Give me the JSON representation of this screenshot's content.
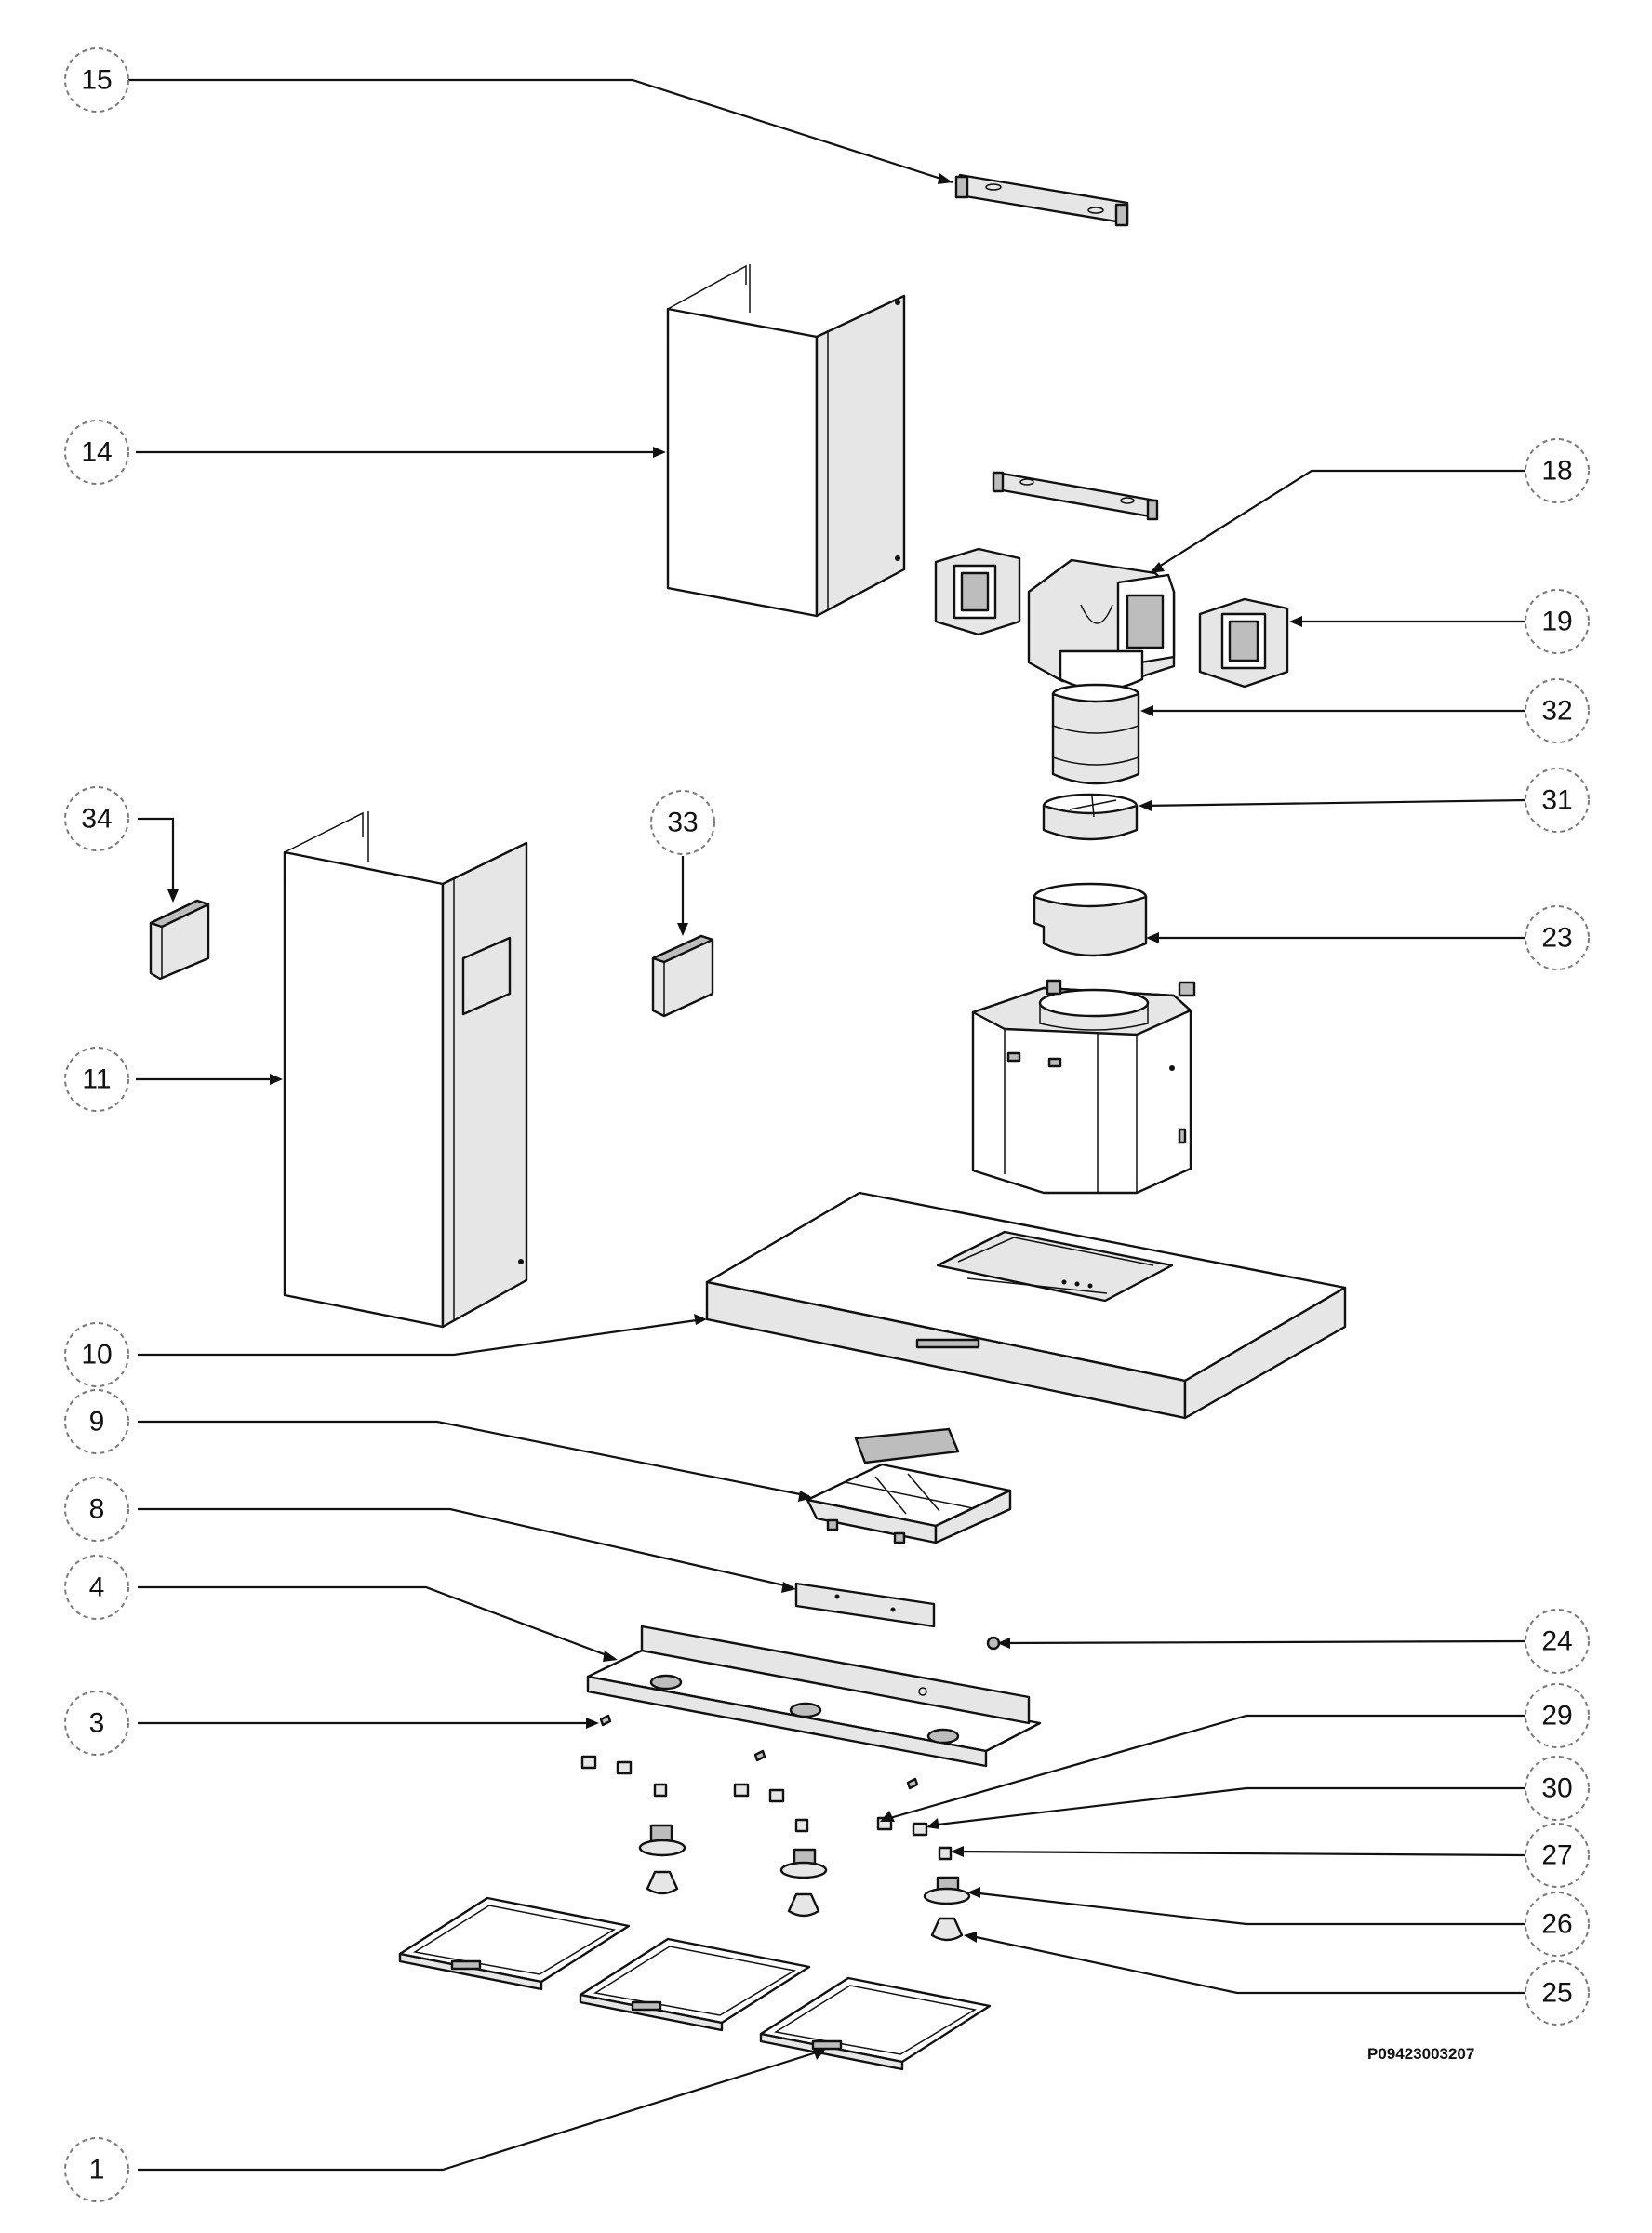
{
  "document_number": "P09423003207",
  "callouts": [
    {
      "id": "c15",
      "label": "15"
    },
    {
      "id": "c14",
      "label": "14"
    },
    {
      "id": "c18",
      "label": "18"
    },
    {
      "id": "c19",
      "label": "19"
    },
    {
      "id": "c32",
      "label": "32"
    },
    {
      "id": "c31",
      "label": "31"
    },
    {
      "id": "c34",
      "label": "34"
    },
    {
      "id": "c33",
      "label": "33"
    },
    {
      "id": "c23",
      "label": "23"
    },
    {
      "id": "c11",
      "label": "11"
    },
    {
      "id": "c10",
      "label": "10"
    },
    {
      "id": "c9",
      "label": "9"
    },
    {
      "id": "c8",
      "label": "8"
    },
    {
      "id": "c4",
      "label": "4"
    },
    {
      "id": "c24",
      "label": "24"
    },
    {
      "id": "c3",
      "label": "3"
    },
    {
      "id": "c29",
      "label": "29"
    },
    {
      "id": "c30",
      "label": "30"
    },
    {
      "id": "c27",
      "label": "27"
    },
    {
      "id": "c26",
      "label": "26"
    },
    {
      "id": "c25",
      "label": "25"
    },
    {
      "id": "c1",
      "label": "1"
    }
  ]
}
